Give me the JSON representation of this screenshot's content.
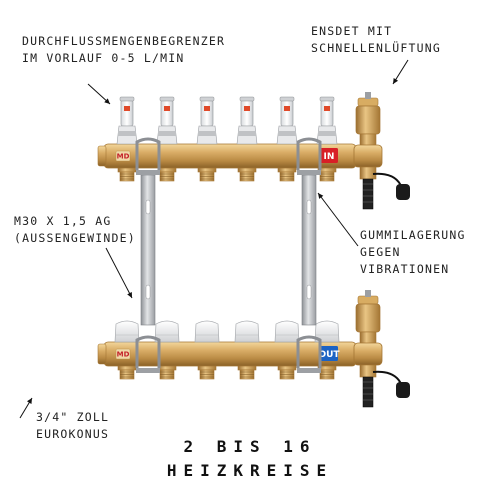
{
  "labels": {
    "flow_limiter": {
      "line1": "DURCHFLUSSMENGENBEGRENZER",
      "line2": "IM VORLAUF 0-5 L/MIN"
    },
    "vent": {
      "line1": "ENSDET MIT",
      "line2": "SCHNELLENLÜFTUNG"
    },
    "thread": {
      "line1": "M30 X 1,5 AG",
      "line2": "(AUSSENGEWINDE)"
    },
    "rubber_mount": {
      "line1": "GUMMILAGERUNG",
      "line2": "GEGEN",
      "line3": "VIBRATIONEN"
    },
    "eurocone": {
      "line1": "3/4\" ZOLL",
      "line2": "EUROKONUS"
    }
  },
  "title": {
    "line1": "2 BIS 16",
    "line2": "HEIZKREISE"
  },
  "manifold": {
    "supply_tag": "IN",
    "return_tag": "OUT",
    "logo_text": "MD",
    "circuit_count": 6,
    "colors": {
      "brass": "#c99a55",
      "brass_dark": "#a47634",
      "steel": "#b7b9bc",
      "tag_in": "#d81f26",
      "tag_out": "#1c63c4",
      "pump_valve": "#1a1a1a"
    }
  },
  "icons": {
    "arrow": "arrow-icon",
    "flow_meter": "flow-meter-icon",
    "cap": "valve-cap-icon",
    "fill_valve": "drain-valve-icon"
  }
}
